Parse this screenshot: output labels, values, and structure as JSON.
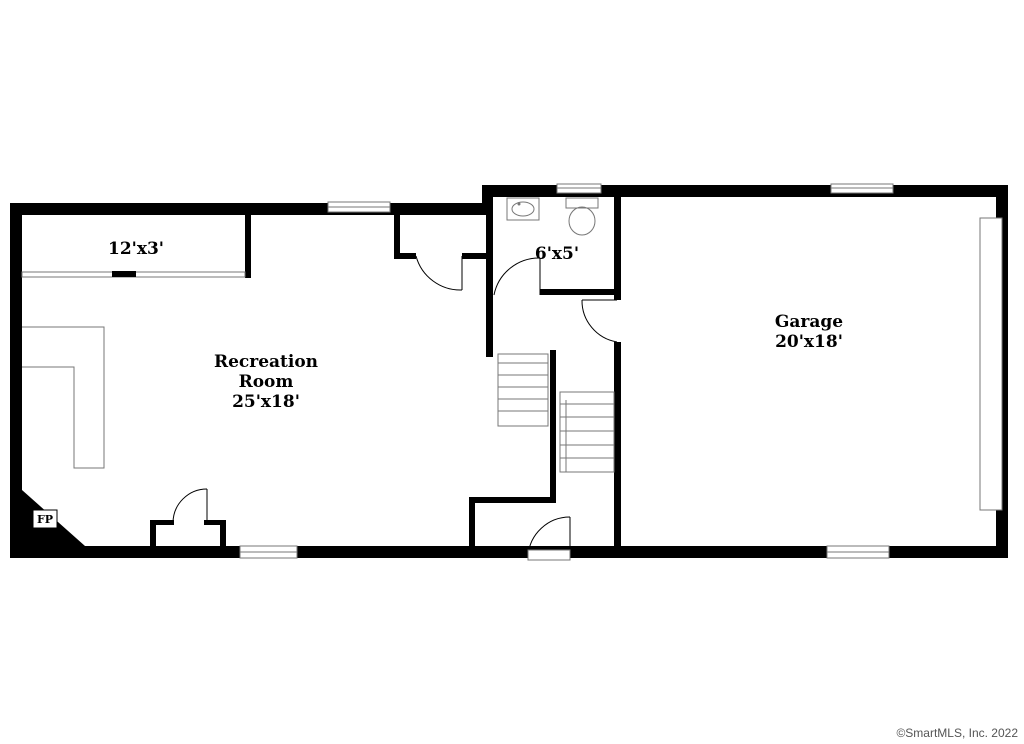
{
  "rooms": {
    "recreation": {
      "name_line1": "Recreation",
      "name_line2": "Room",
      "size": "25'x18'"
    },
    "closet": {
      "size": "12'x3'"
    },
    "bath": {
      "size": "6'x5'"
    },
    "garage": {
      "name": "Garage",
      "size": "20'x18'"
    }
  },
  "fireplace": {
    "label": "FP"
  },
  "footer": {
    "copyright": "©SmartMLS, Inc.  2022"
  }
}
